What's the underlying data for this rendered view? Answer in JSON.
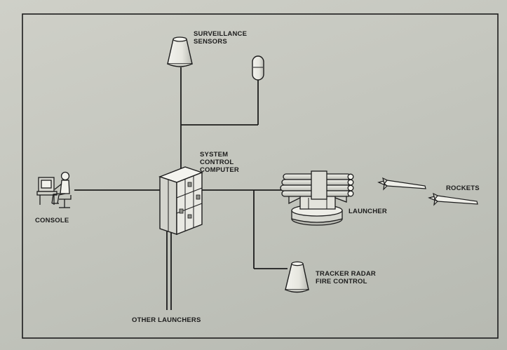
{
  "diagram": {
    "labels": {
      "surveillance_sensors": [
        "SURVEILLANCE",
        "SENSORS"
      ],
      "system_control_computer": [
        "SYSTEM",
        "CONTROL",
        "COMPUTER"
      ],
      "console": "CONSOLE",
      "launcher": "LAUNCHER",
      "rockets": "ROCKETS",
      "tracker_radar": [
        "TRACKER RADAR",
        "FIRE CONTROL"
      ],
      "other_launchers": "OTHER LAUNCHERS"
    },
    "colors": {
      "background": "#c9cbc3",
      "ink": "#1c1c1c",
      "equipment_fill": "#ebebe4"
    }
  }
}
